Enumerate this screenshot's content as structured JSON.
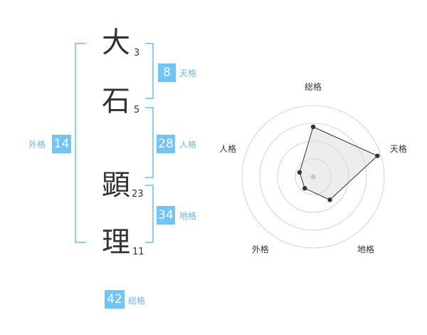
{
  "name_chars": [
    {
      "char": "大",
      "strokes": "3"
    },
    {
      "char": "石",
      "strokes": "5"
    },
    {
      "char": "顕",
      "strokes": "23"
    },
    {
      "char": "理",
      "strokes": "11"
    }
  ],
  "fortunes": {
    "tenkaku": {
      "label": "天格",
      "value": "8"
    },
    "jinkaku": {
      "label": "人格",
      "value": "28"
    },
    "chikaku": {
      "label": "地格",
      "value": "34"
    },
    "gaikaku": {
      "label": "外格",
      "value": "14"
    },
    "soukaku": {
      "label": "総格",
      "value": "42"
    }
  },
  "colors": {
    "badge": "#70c4f8",
    "bracket": "#8fcdf5",
    "label": "#6fb8e6",
    "kanji": "#333333"
  },
  "chart_data": {
    "type": "radar",
    "axes": [
      "総格",
      "天格",
      "地格",
      "外格",
      "人格"
    ],
    "values": [
      0.7,
      0.95,
      0.4,
      0.2,
      0.2
    ],
    "rings": 4
  }
}
